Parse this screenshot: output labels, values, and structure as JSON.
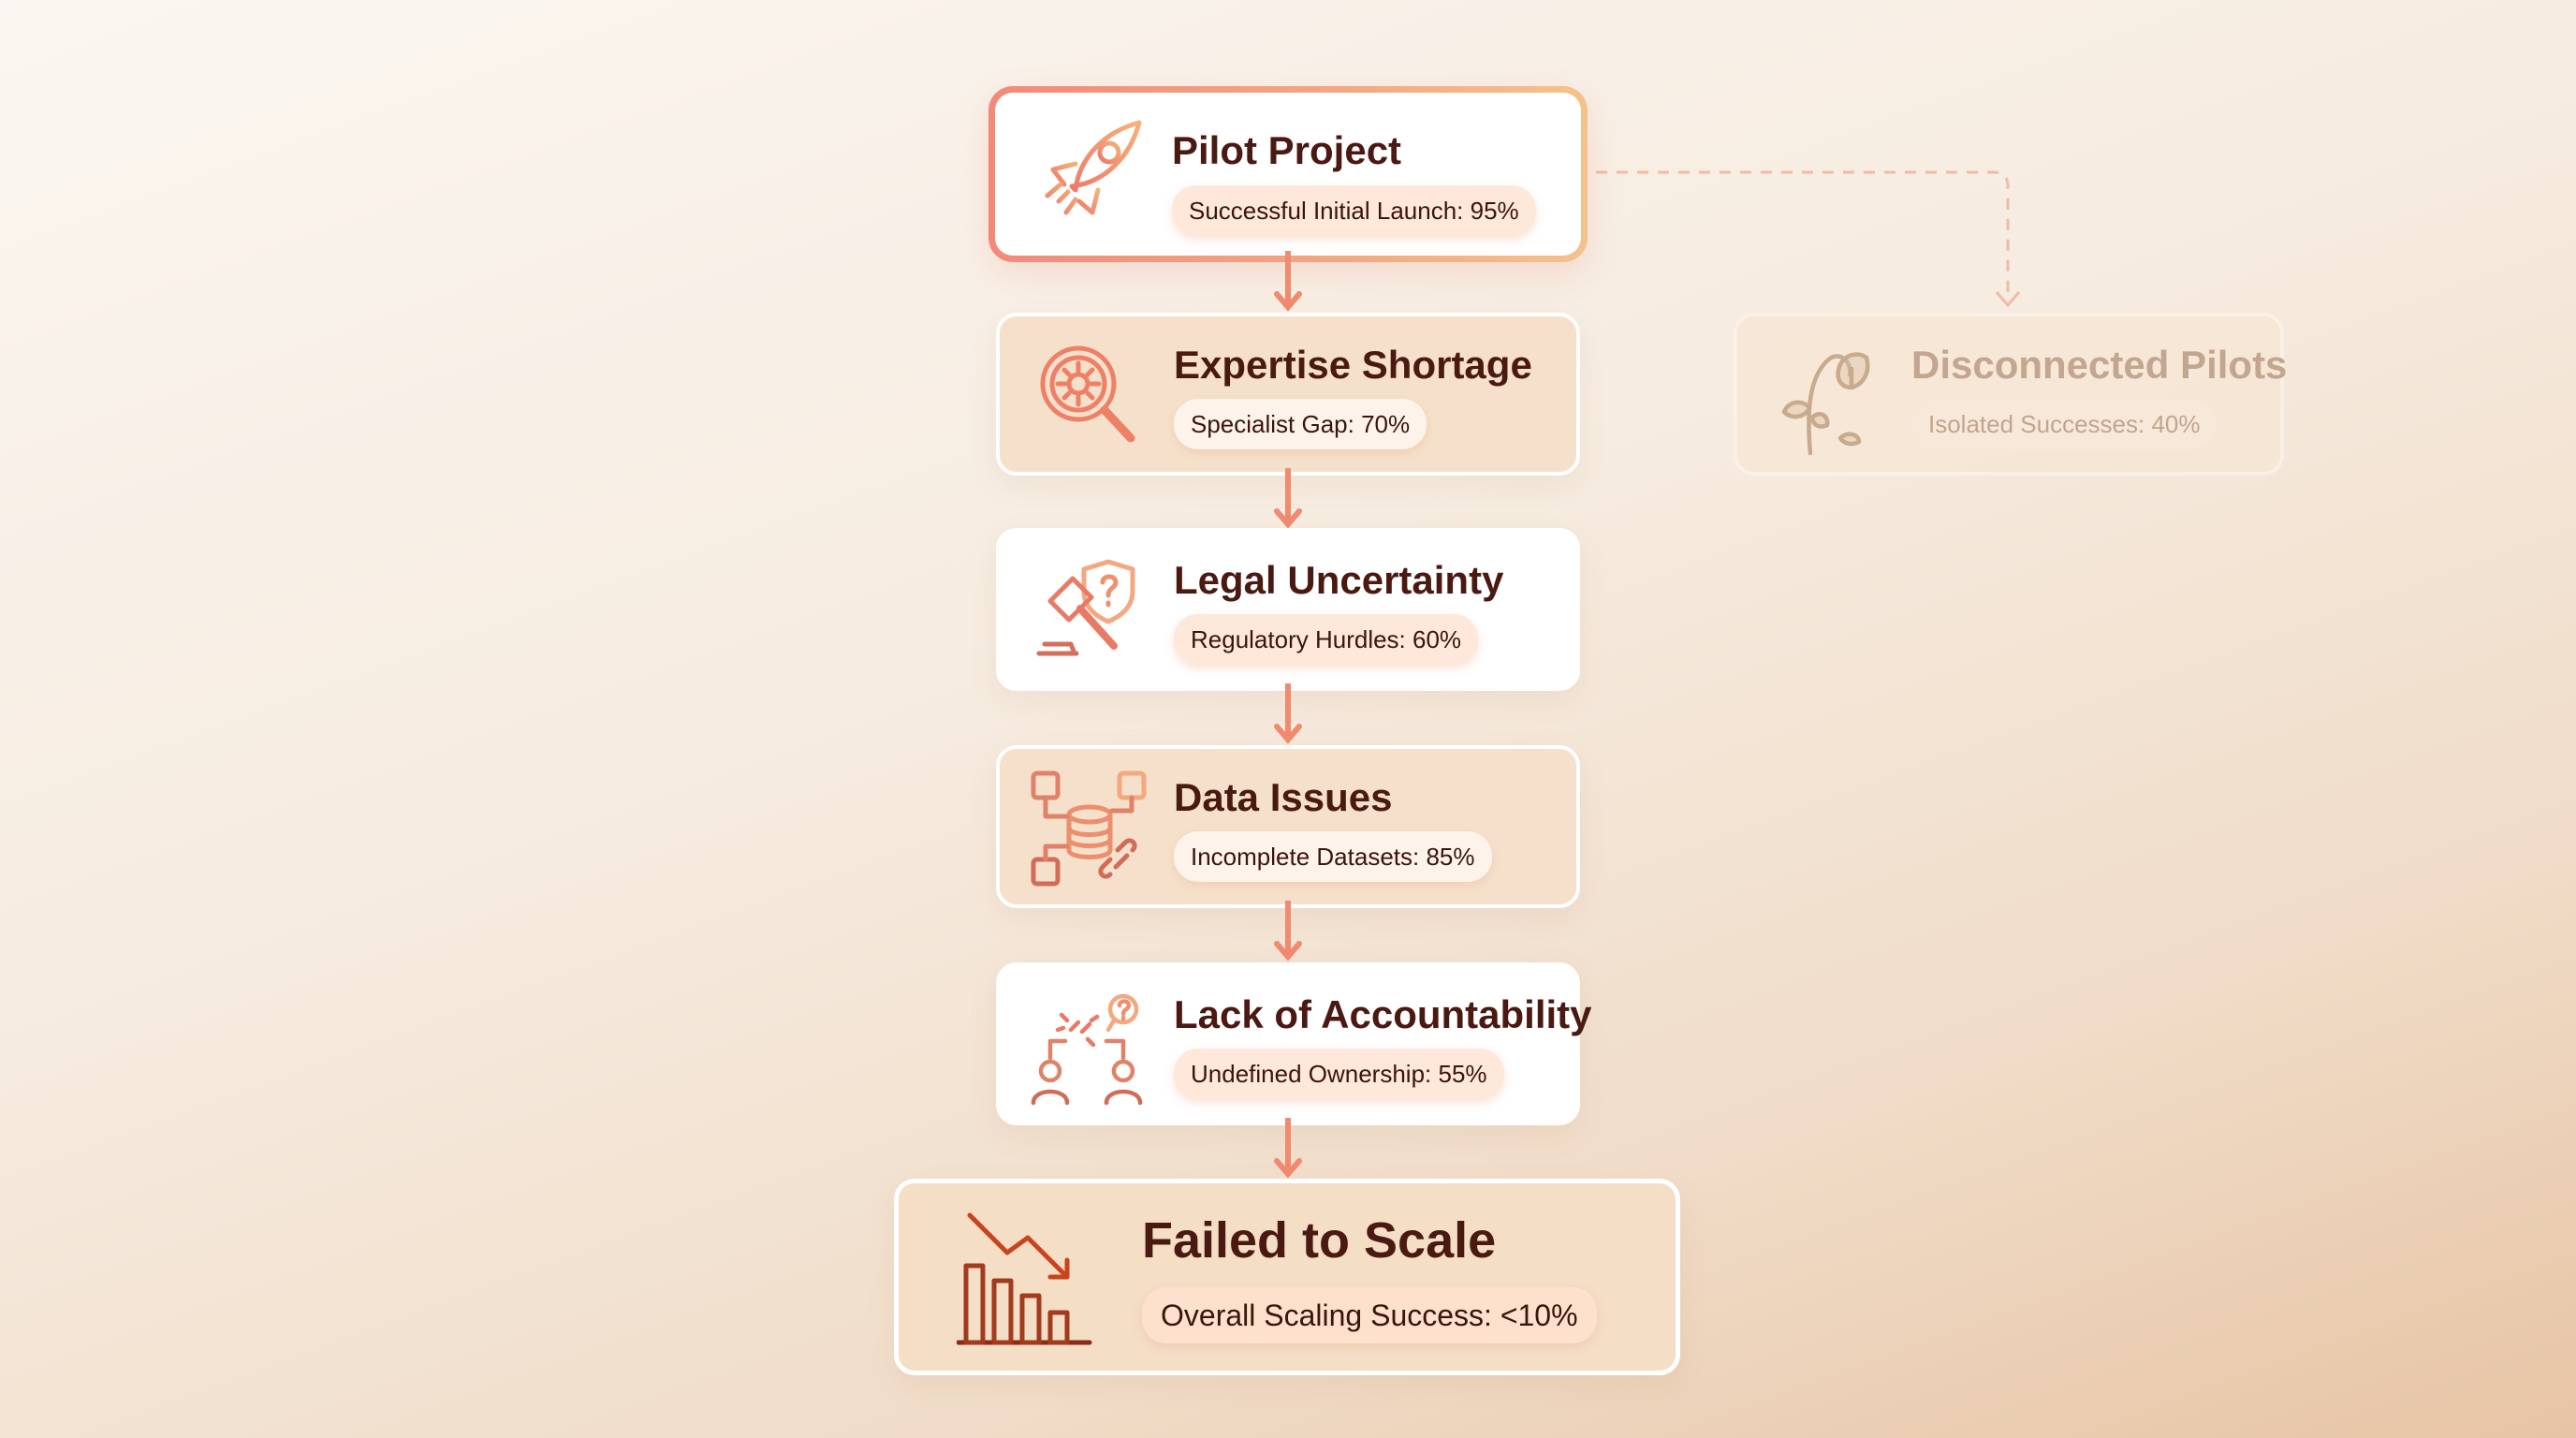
{
  "steps": [
    {
      "title": "Pilot Project",
      "metric": "Successful Initial Launch: 95%",
      "icon": "rocket-icon"
    },
    {
      "title": "Expertise Shortage",
      "metric": "Specialist Gap: 70%",
      "icon": "magnifier-gear-icon"
    },
    {
      "title": "Legal Uncertainty",
      "metric": "Regulatory Hurdles: 60%",
      "icon": "gavel-shield-icon"
    },
    {
      "title": "Data Issues",
      "metric": "Incomplete Datasets: 85%",
      "icon": "database-network-icon"
    },
    {
      "title": "Lack of Accountability",
      "metric": "Undefined Ownership: 55%",
      "icon": "people-broken-link-icon"
    }
  ],
  "outcome": {
    "title": "Failed to Scale",
    "metric": "Overall Scaling Success: <10%",
    "icon": "declining-bar-chart-icon"
  },
  "side_branch": {
    "title": "Disconnected Pilots",
    "metric": "Isolated Successes: 40%",
    "icon": "wilted-flower-icon"
  },
  "colors": {
    "accent": "#f0806a",
    "title": "#4a1a12",
    "gradient_start": "#f28a7a",
    "gradient_end": "#f4c28c"
  }
}
